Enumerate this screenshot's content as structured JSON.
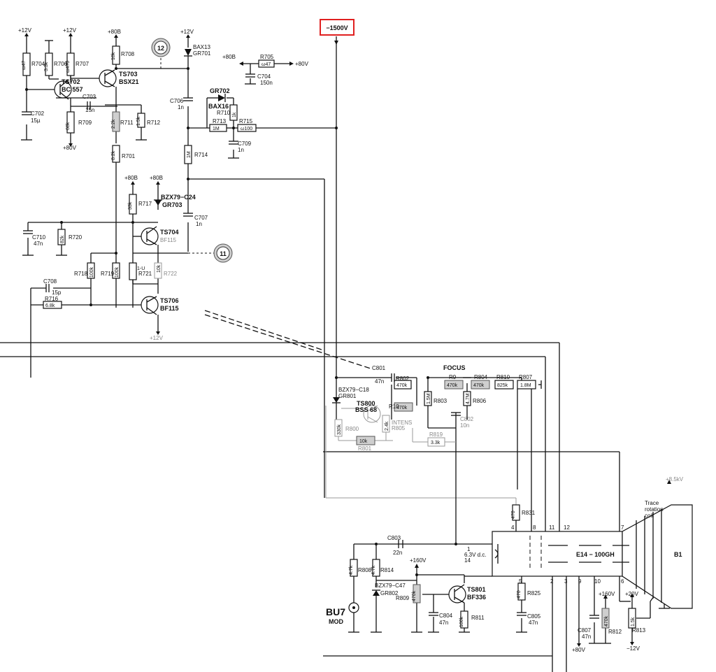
{
  "header": {
    "hv_label": "−1500V"
  },
  "labels": {
    "p12v_1": "+12V",
    "p12v_2": "+12V",
    "p80b_1": "+80B",
    "p12v_3": "+12V",
    "r704": "R704",
    "r706": "R706",
    "r707": "R707",
    "r708": "R708",
    "r704v": "ω47",
    "r706v": "3.3k",
    "r707v": "ω470",
    "r708v": "10k",
    "ts702": "TS702",
    "bc557": "BC 557",
    "ts703": "TS703",
    "bsx21": "BSX21",
    "c703": "C703",
    "c703v": "15n",
    "c702": "C702",
    "c702v": "15µ",
    "r709": "R709",
    "r709v": "68k",
    "r711": "R711",
    "r711v": "2.2k",
    "r712": "R712",
    "r712v": "1.5k",
    "p80v_1": "+80V",
    "r701": "R701",
    "r701v": "8.2k",
    "bax13": "BAX13",
    "gr701": "GR701",
    "c706": "C706",
    "c706v": "1n",
    "p80b_r705": "+80B",
    "r705": "R705",
    "r705v": "ω47",
    "p80v_r705": "+80V",
    "c704": "C704",
    "c704v": "150n",
    "gr702": "GR702",
    "bax16": "BAX16",
    "r710": "R710",
    "r710v": "1k",
    "r713": "R713",
    "r713v": "1M",
    "r715": "R715",
    "r715v": "ω100",
    "c709": "C709",
    "c709v": "1n",
    "r714": "R714",
    "r714v": "1M",
    "p80b_2": "+80B",
    "p80b_3": "+80B",
    "r717": "R717",
    "r717v": "33k",
    "bzx79c24": "BZX79−C24",
    "gr703": "GR703",
    "c707": "C707",
    "c707v": "1n",
    "c710": "C710",
    "c710v": "47n",
    "r720": "R720",
    "r720v": "82k",
    "ts704": "TS704",
    "bf115a": "BF115",
    "r718": "R718",
    "r718v": "100k",
    "r719": "R719",
    "r719v": "100k",
    "r721": "R721",
    "r721v": "1-U",
    "r722": "R722",
    "r722v": "10k",
    "c708": "C708",
    "c708v": "15p",
    "r716": "R716",
    "r716v": "6.8k",
    "ts706": "TS706",
    "bf115b": "BF115",
    "p12v_4": "+12V",
    "c801": "C801",
    "c801v": "47n",
    "r802": "R802",
    "r802v": "470k",
    "bzx79c18": "BZX79−C18",
    "gr801": "GR801",
    "ts800": "TS800",
    "bss68": "BSS 68",
    "r800": "R800",
    "r800v": "330k",
    "r805": "R805",
    "r805v": "2.4k",
    "r801": "R801",
    "r801v": "10k",
    "r10": "R10",
    "r10v": "470k",
    "intens": "INTENS",
    "focus": "FOCUS",
    "r9": "R9",
    "r9v": "470k",
    "r804": "R804",
    "r804v": "470k",
    "r810": "R810",
    "r810v": "825k",
    "r807": "R807",
    "r807v": "1.8M",
    "r803": "R803",
    "r803v": "1.5M",
    "r806": "R806",
    "r806v": "4.7M",
    "c802": "C802",
    "c802v": "10n",
    "r819": "R819",
    "r819v": "3.3k",
    "r831": "R831",
    "r831v": "470",
    "c803": "C803",
    "c803v": "22n",
    "heater": "6.3V d.c.",
    "pin1": "1",
    "pin14": "14",
    "pin4": "4",
    "pin8": "8",
    "pin11": "11",
    "pin12": "12",
    "pin7": "7",
    "pin5": "5",
    "pin2": "2",
    "pin3": "3",
    "pin9": "9",
    "pin10": "10",
    "pin6": "6",
    "tube": "E14 − 100GH",
    "b1": "B1",
    "p85kv": "+8.5kV",
    "trace1": "Trace",
    "trace2": "rotation",
    "trace3": "coil",
    "r808": "R808",
    "r808v": "4.7k",
    "r814": "R814",
    "r814v": "4.7k",
    "p160v_1": "+160V",
    "bzx79c47": "BZX79−C47",
    "gr802": "GR802",
    "r809": "R809",
    "r809v": "470k",
    "ts801": "TS801",
    "bf336": "BF336",
    "c804": "C804",
    "c804v": "47n",
    "r811": "R811",
    "r811v": "100k",
    "r825": "R825",
    "r825v": "470",
    "c805": "C805",
    "c805v": "47n",
    "bu7": "BU7",
    "mod": "MOD",
    "p80v_2": "+80V",
    "c807": "C807",
    "c807v": "47n",
    "p160v_2": "+160V",
    "r812": "R812",
    "r812v": "470k",
    "p20v": "+20V",
    "r813": "R813",
    "r813v": "1.5k",
    "m12v": "−12V",
    "node12": "12",
    "node11": "11"
  }
}
